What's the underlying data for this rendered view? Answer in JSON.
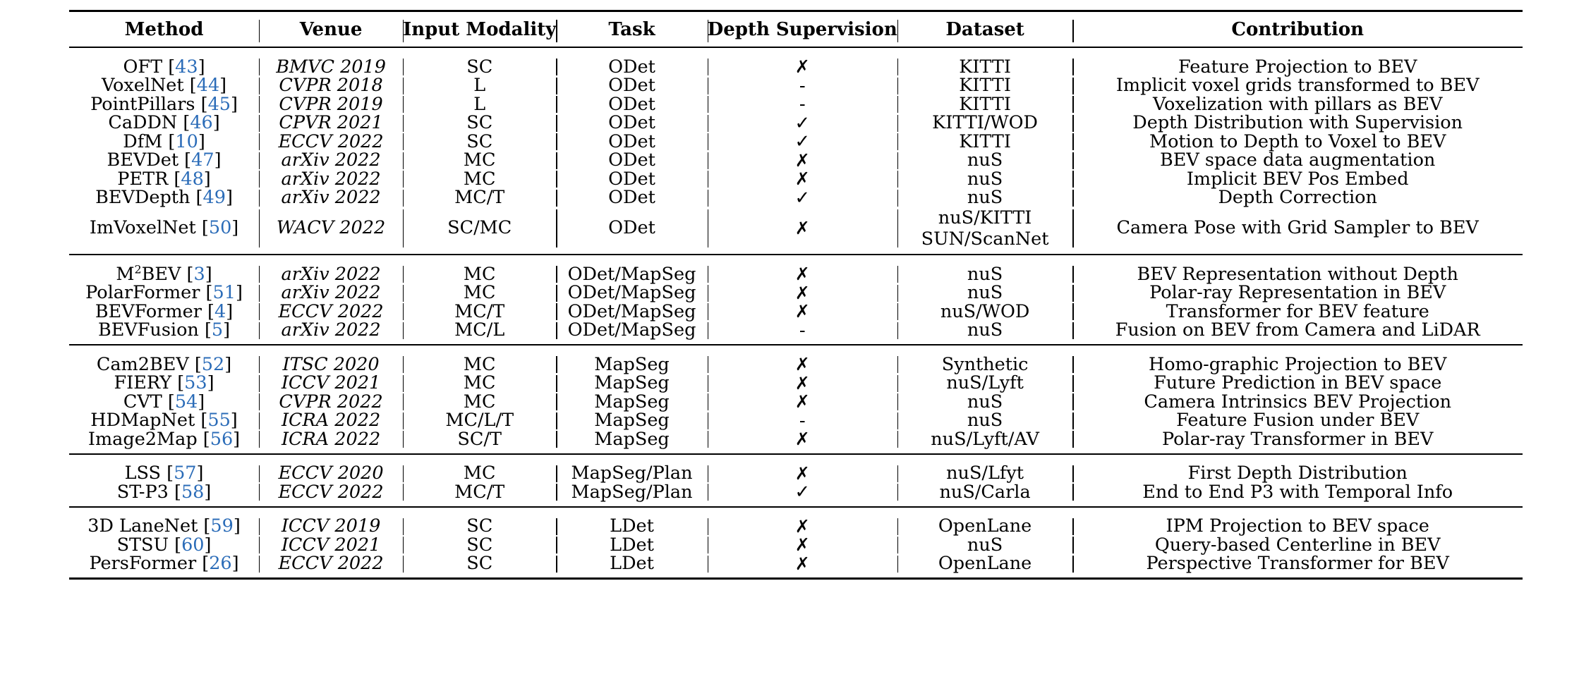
{
  "table": {
    "columns": [
      "Method",
      "Venue",
      "Input Modality",
      "Task",
      "Depth Supervision",
      "Dataset",
      "Contribution"
    ],
    "citation_color": "#2b6cb8",
    "marks": {
      "yes": "✓",
      "no": "✗",
      "na": "-"
    },
    "groups": [
      {
        "id": "object-detection",
        "rows": [
          {
            "method": "OFT",
            "ref": "43",
            "venue": "BMVC 2019",
            "modality": "SC",
            "task": "ODet",
            "depth": "✗",
            "depth_kind": "no",
            "dataset": "KITTI",
            "contribution": "Feature Projection to BEV"
          },
          {
            "method": "VoxelNet",
            "ref": "44",
            "venue": "CVPR 2018",
            "modality": "L",
            "task": "ODet",
            "depth": "-",
            "depth_kind": "na",
            "dataset": "KITTI",
            "contribution": "Implicit voxel grids transformed to BEV"
          },
          {
            "method": "PointPillars",
            "ref": "45",
            "venue": "CVPR 2019",
            "modality": "L",
            "task": "ODet",
            "depth": "-",
            "depth_kind": "na",
            "dataset": "KITTI",
            "contribution": "Voxelization with pillars as BEV"
          },
          {
            "method": "CaDDN",
            "ref": "46",
            "venue": "CPVR 2021",
            "modality": "SC",
            "task": "ODet",
            "depth": "✓",
            "depth_kind": "yes",
            "dataset": "KITTI/WOD",
            "contribution": "Depth Distribution with Supervision"
          },
          {
            "method": "DfM",
            "ref": "10",
            "venue": "ECCV 2022",
            "modality": "SC",
            "task": "ODet",
            "depth": "✓",
            "depth_kind": "yes",
            "dataset": "KITTI",
            "contribution": "Motion to Depth to Voxel to BEV"
          },
          {
            "method": "BEVDet",
            "ref": "47",
            "venue": "arXiv 2022",
            "modality": "MC",
            "task": "ODet",
            "depth": "✗",
            "depth_kind": "no",
            "dataset": "nuS",
            "contribution": "BEV space data augmentation"
          },
          {
            "method": "PETR",
            "ref": "48",
            "venue": "arXiv 2022",
            "modality": "MC",
            "task": "ODet",
            "depth": "✗",
            "depth_kind": "no",
            "dataset": "nuS",
            "contribution": "Implicit BEV Pos Embed"
          },
          {
            "method": "BEVDepth",
            "ref": "49",
            "venue": "arXiv 2022",
            "modality": "MC/T",
            "task": "ODet",
            "depth": "✓",
            "depth_kind": "yes",
            "dataset": "nuS",
            "contribution": "Depth Correction"
          },
          {
            "method": "ImVoxelNet",
            "ref": "50",
            "venue": "WACV 2022",
            "modality": "SC/MC",
            "task": "ODet",
            "depth": "✗",
            "depth_kind": "no",
            "dataset_lines": [
              "nuS/KITTI",
              "SUN/ScanNet"
            ],
            "contribution": "Camera Pose with Grid Sampler to BEV"
          }
        ]
      },
      {
        "id": "detection-and-mapseg",
        "rows": [
          {
            "method": "M",
            "method_sup": "2",
            "method_tail": "BEV",
            "ref": "3",
            "venue": "arXiv 2022",
            "modality": "MC",
            "task": "ODet/MapSeg",
            "depth": "✗",
            "depth_kind": "no",
            "dataset": "nuS",
            "contribution": "BEV Representation without Depth"
          },
          {
            "method": "PolarFormer",
            "ref": "51",
            "venue": "arXiv 2022",
            "modality": "MC",
            "task": "ODet/MapSeg",
            "depth": "✗",
            "depth_kind": "no",
            "dataset": "nuS",
            "contribution": "Polar-ray Representation in BEV"
          },
          {
            "method": "BEVFormer",
            "ref": "4",
            "venue": "ECCV 2022",
            "modality": "MC/T",
            "task": "ODet/MapSeg",
            "depth": "✗",
            "depth_kind": "no",
            "dataset": "nuS/WOD",
            "contribution": "Transformer for BEV feature"
          },
          {
            "method": "BEVFusion",
            "ref": "5",
            "venue": "arXiv 2022",
            "modality": "MC/L",
            "task": "ODet/MapSeg",
            "depth": "-",
            "depth_kind": "na",
            "dataset": "nuS",
            "contribution": "Fusion on BEV from Camera and LiDAR"
          }
        ]
      },
      {
        "id": "map-segmentation",
        "rows": [
          {
            "method": "Cam2BEV",
            "ref": "52",
            "venue": "ITSC 2020",
            "modality": "MC",
            "task": "MapSeg",
            "depth": "✗",
            "depth_kind": "no",
            "dataset": "Synthetic",
            "contribution": "Homo-graphic Projection to BEV"
          },
          {
            "method": "FIERY",
            "ref": "53",
            "venue": "ICCV 2021",
            "modality": "MC",
            "task": "MapSeg",
            "depth": "✗",
            "depth_kind": "no",
            "dataset": "nuS/Lyft",
            "contribution": "Future Prediction in BEV space"
          },
          {
            "method": "CVT",
            "ref": "54",
            "venue": "CVPR 2022",
            "modality": "MC",
            "task": "MapSeg",
            "depth": "✗",
            "depth_kind": "no",
            "dataset": "nuS",
            "contribution": "Camera Intrinsics BEV Projection"
          },
          {
            "method": "HDMapNet",
            "ref": "55",
            "venue": "ICRA 2022",
            "modality": "MC/L/T",
            "task": "MapSeg",
            "depth": "-",
            "depth_kind": "na",
            "dataset": "nuS",
            "contribution": "Feature Fusion under BEV"
          },
          {
            "method": "Image2Map",
            "ref": "56",
            "venue": "ICRA 2022",
            "modality": "SC/T",
            "task": "MapSeg",
            "depth": "✗",
            "depth_kind": "no",
            "dataset": "nuS/Lyft/AV",
            "contribution": "Polar-ray Transformer in BEV"
          }
        ]
      },
      {
        "id": "mapseg-and-planning",
        "rows": [
          {
            "method": "LSS",
            "ref": "57",
            "venue": "ECCV 2020",
            "modality": "MC",
            "task": "MapSeg/Plan",
            "depth": "✗",
            "depth_kind": "no",
            "dataset": "nuS/Lfyt",
            "contribution": "First Depth Distribution"
          },
          {
            "method": "ST-P3",
            "ref": "58",
            "venue": "ECCV 2022",
            "modality": "MC/T",
            "task": "MapSeg/Plan",
            "depth": "✓",
            "depth_kind": "yes",
            "dataset": "nuS/Carla",
            "contribution": "End to End P3 with Temporal Info"
          }
        ]
      },
      {
        "id": "lane-detection",
        "rows": [
          {
            "method": "3D LaneNet",
            "ref": "59",
            "venue": "ICCV 2019",
            "modality": "SC",
            "task": "LDet",
            "depth": "✗",
            "depth_kind": "no",
            "dataset": "OpenLane",
            "contribution": "IPM Projection to BEV space"
          },
          {
            "method": "STSU",
            "ref": "60",
            "venue": "ICCV 2021",
            "modality": "SC",
            "task": "LDet",
            "depth": "✗",
            "depth_kind": "no",
            "dataset": "nuS",
            "contribution": "Query-based Centerline in BEV"
          },
          {
            "method": "PersFormer",
            "ref": "26",
            "venue": "ECCV 2022",
            "modality": "SC",
            "task": "LDet",
            "depth": "✗",
            "depth_kind": "no",
            "dataset": "OpenLane",
            "contribution": "Perspective Transformer for BEV"
          }
        ]
      }
    ]
  }
}
